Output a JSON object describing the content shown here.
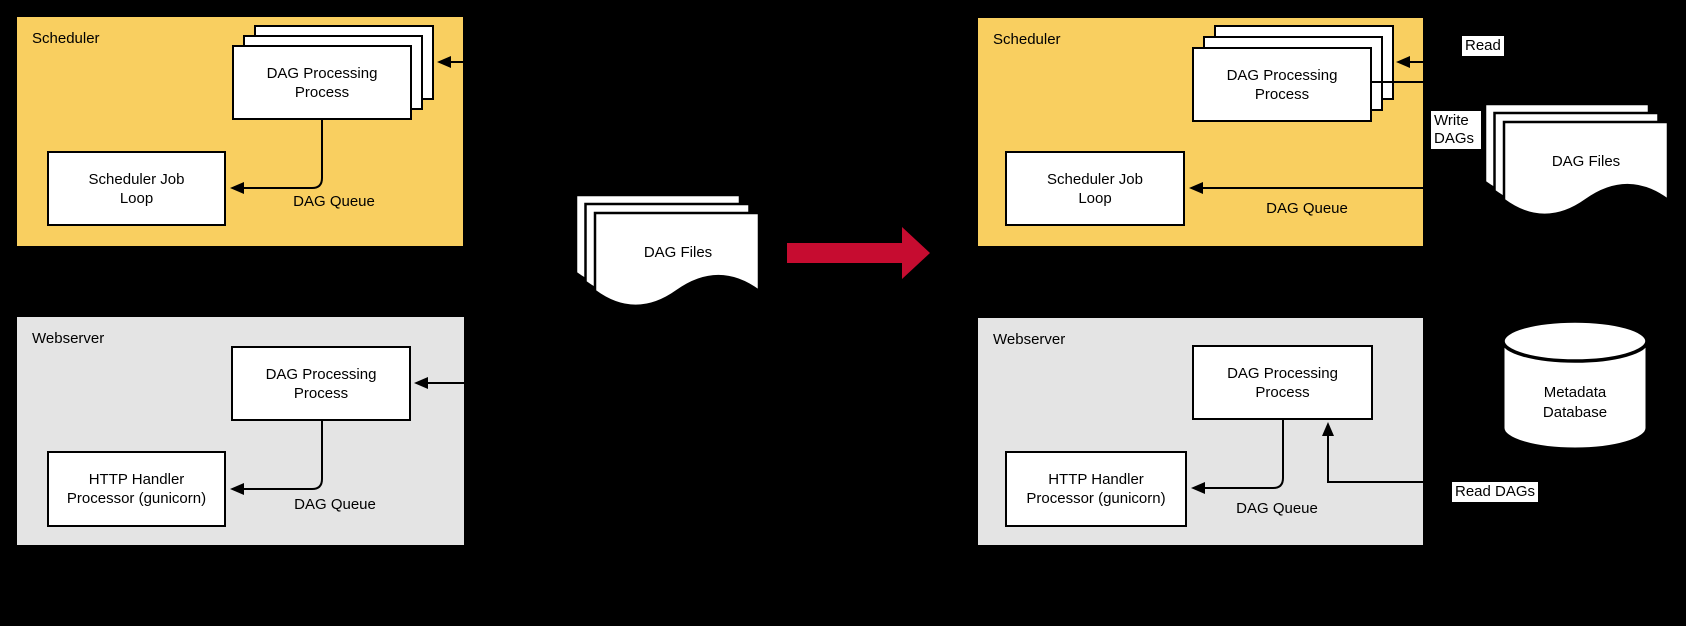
{
  "colors": {
    "background": "#000000",
    "scheduler_fill": "#F9CF60",
    "webserver_fill": "#E4E4E4",
    "node_fill": "#FFFFFF",
    "stroke": "#000000",
    "migration_arrow_red": "#C60C30"
  },
  "before": {
    "scheduler": {
      "title": "Scheduler",
      "dag_processing_label": "DAG Processing Process",
      "job_loop_label": "Scheduler Job Loop",
      "queue_label": "DAG Queue"
    },
    "webserver": {
      "title": "Webserver",
      "dag_processing_label": "DAG Processing Process",
      "http_handler_label": "HTTP Handler Processor (gunicorn)",
      "queue_label": "DAG Queue"
    },
    "dag_files_label": "DAG Files"
  },
  "after": {
    "scheduler": {
      "title": "Scheduler",
      "dag_processing_label": "DAG Processing Process",
      "job_loop_label": "Scheduler Job Loop",
      "queue_label": "DAG Queue"
    },
    "webserver": {
      "title": "Webserver",
      "dag_processing_label": "DAG Processing Process",
      "http_handler_label": "HTTP Handler Processor (gunicorn)",
      "queue_label": "DAG Queue"
    },
    "dag_files_label": "DAG Files",
    "metadata_db_label": "Metadata Database",
    "read_label": "Read",
    "write_dags_label": "Write DAGs",
    "read_dags_label": "Read DAGs"
  }
}
